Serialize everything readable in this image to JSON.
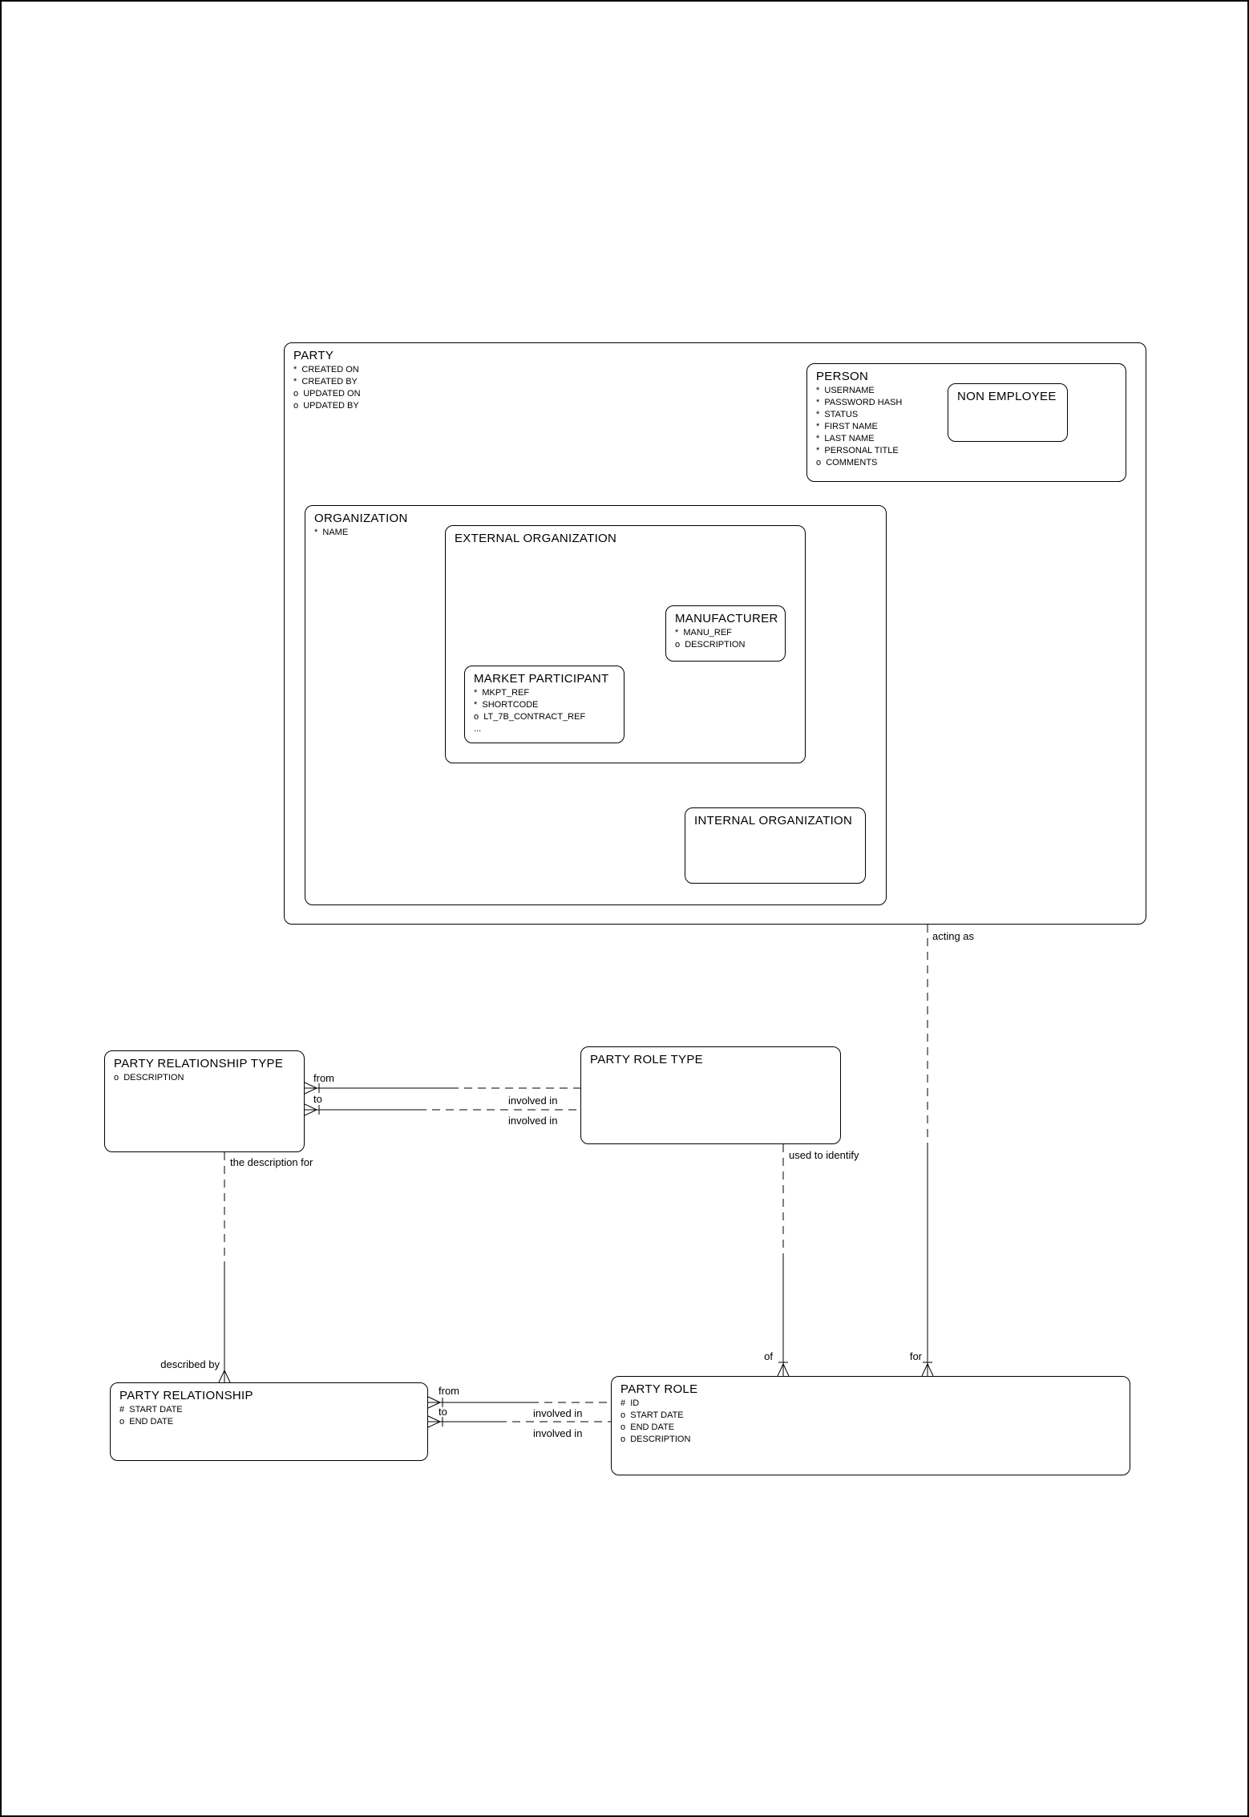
{
  "diagram": {
    "title": "Party data model (Barker ER diagram)",
    "colors": {
      "line": "#000000",
      "background": "#ffffff",
      "text": "#000000"
    },
    "entities": [
      {
        "id": "party",
        "title": "PARTY",
        "attributes": [
          "*  CREATED ON",
          "*  CREATED BY",
          "o  UPDATED ON",
          "o  UPDATED BY"
        ]
      },
      {
        "id": "person",
        "title": "PERSON",
        "attributes": [
          "*  USERNAME",
          "*  PASSWORD HASH",
          "*  STATUS",
          "*  FIRST NAME",
          "*  LAST NAME",
          "*  PERSONAL TITLE",
          "o  COMMENTS"
        ]
      },
      {
        "id": "non-employee",
        "title": "NON EMPLOYEE",
        "attributes": []
      },
      {
        "id": "organization",
        "title": "ORGANIZATION",
        "attributes": [
          "*  NAME"
        ]
      },
      {
        "id": "external-organization",
        "title": "EXTERNAL ORGANIZATION",
        "attributes": []
      },
      {
        "id": "manufacturer",
        "title": "MANUFACTURER",
        "attributes": [
          "*  MANU_REF",
          "o  DESCRIPTION"
        ]
      },
      {
        "id": "market-participant",
        "title": "MARKET PARTICIPANT",
        "attributes": [
          "*  MKPT_REF",
          "*  SHORTCODE",
          "o  LT_7B_CONTRACT_REF",
          "..."
        ]
      },
      {
        "id": "internal-organization",
        "title": "INTERNAL ORGANIZATION",
        "attributes": []
      },
      {
        "id": "party-relationship-type",
        "title": "PARTY RELATIONSHIP TYPE",
        "attributes": [
          "o  DESCRIPTION"
        ]
      },
      {
        "id": "party-role-type",
        "title": "PARTY ROLE TYPE",
        "attributes": []
      },
      {
        "id": "party-relationship",
        "title": "PARTY RELATIONSHIP",
        "attributes": [
          "#  START DATE",
          "o  END DATE"
        ]
      },
      {
        "id": "party-role",
        "title": "PARTY ROLE",
        "attributes": [
          "#  ID",
          "o  START DATE",
          "o  END DATE",
          "o  DESCRIPTION"
        ]
      }
    ],
    "labels": {
      "acting_as": "acting as",
      "used_to_identify": "used to identify",
      "the_description_for": "the description for",
      "described_by": "described by",
      "of": "of",
      "for": "for",
      "from": "from",
      "to": "to",
      "involved_in": "involved in"
    }
  }
}
